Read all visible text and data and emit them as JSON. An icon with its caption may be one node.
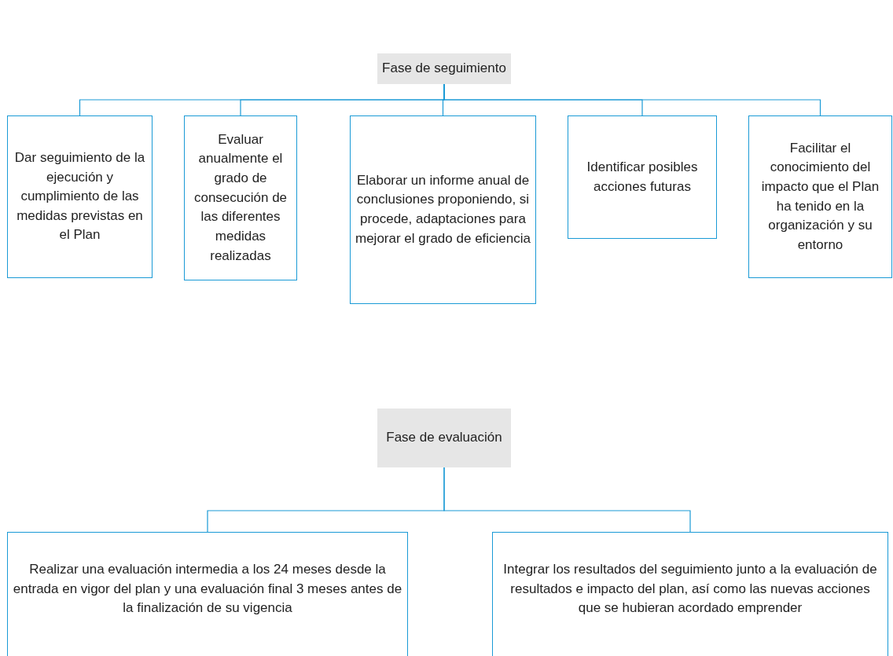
{
  "diagram": {
    "nodes": [
      {
        "text": [
          "Fase de seguimiento"
        ]
      },
      {
        "text": [
          "Dar seguimiento de la ejecución y cumplimiento de las medidas previstas en el Plan"
        ]
      },
      {
        "text": [
          "Evaluar anualmente el grado de consecución de las diferentes medidas realizadas"
        ]
      },
      {
        "text": [
          "Elaborar un informe anual de conclusiones proponiendo, si procede, adaptaciones para mejorar el grado de eficiencia"
        ]
      },
      {
        "text": [
          "Identificar posibles acciones futuras"
        ]
      },
      {
        "text": [
          "Facilitar el conocimiento del impacto que el Plan ha tenido en la organización y su entorno"
        ]
      },
      {
        "text": [
          "Fase de evaluación"
        ]
      },
      {
        "text": [
          "Realizar una evaluación intermedia a los 24 meses desde la entrada en vigor del plan y una evaluación final 3 meses antes de la finalización de su vigencia"
        ]
      },
      {
        "text": [
          "Integrar los resultados del seguimiento junto a la evaluación de resultados e impacto del plan, así como las nuevas acciones que se hubieran acordado emprender"
        ]
      }
    ],
    "edges": [
      {
        "from": 0,
        "to": 1,
        "arrow": "none"
      },
      {
        "from": 0,
        "to": 2,
        "arrow": "none"
      },
      {
        "from": 0,
        "to": 3,
        "arrow": "none"
      },
      {
        "from": 0,
        "to": 4,
        "arrow": "none"
      },
      {
        "from": 0,
        "to": 5,
        "arrow": "none"
      },
      {
        "from": 6,
        "to": 7,
        "arrow": "none"
      },
      {
        "from": 6,
        "to": 8,
        "arrow": "none"
      }
    ]
  }
}
